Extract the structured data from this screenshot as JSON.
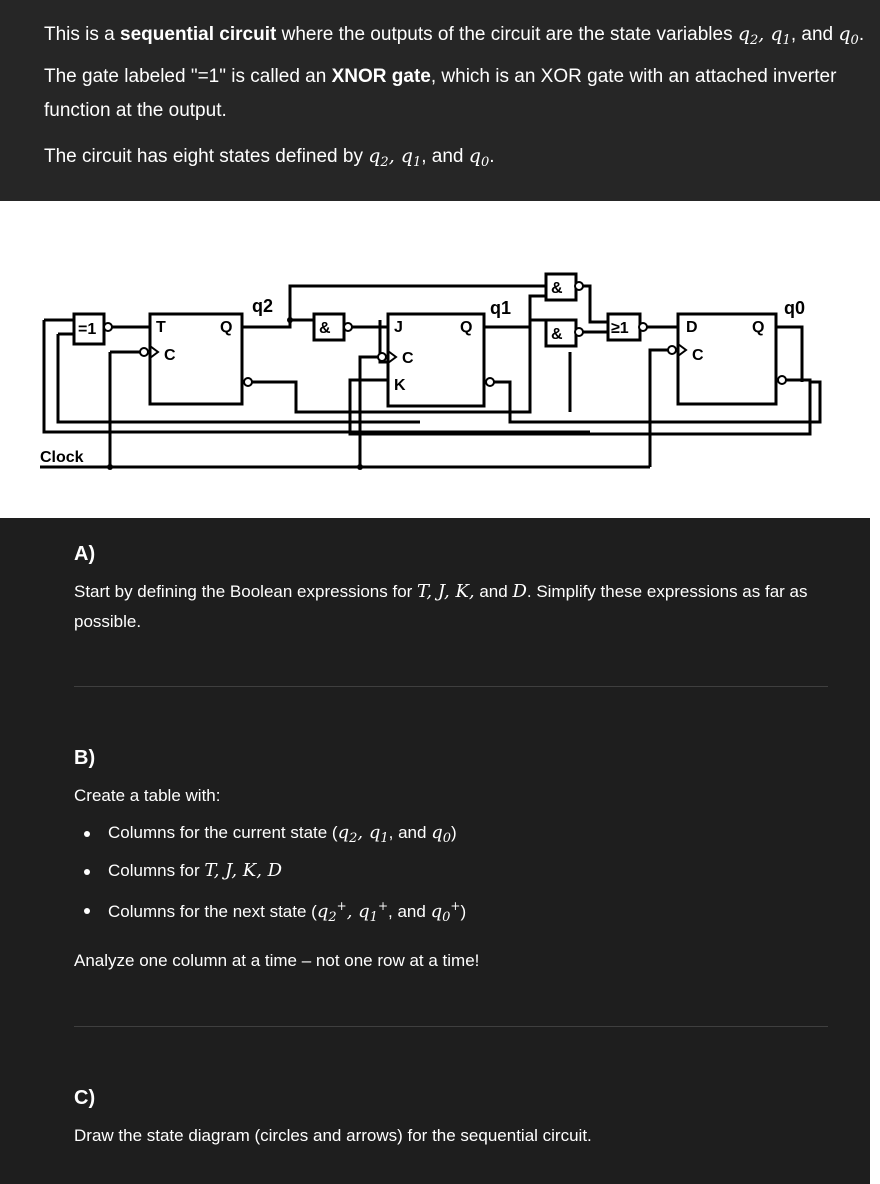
{
  "intro": {
    "p1_a": "This is a ",
    "p1_b": "sequential circuit",
    "p1_c": " where the outputs of the circuit are the state variables ",
    "p1_d": ", and ",
    "p2_a": "The gate labeled \"=1\" is called an ",
    "p2_b": "XNOR gate",
    "p2_c": ", which is an XOR gate with an attached inverter",
    "p2_d": "function at the output.",
    "p3_a": "The circuit has eight states defined by ",
    "p3_b": ", and "
  },
  "circuit": {
    "xnor": "=1",
    "t_flipflop": {
      "t": "T",
      "c": "C",
      "q": "Q"
    },
    "jk_flipflop": {
      "j": "J",
      "c": "C",
      "k": "K",
      "q": "Q"
    },
    "d_flipflop": {
      "d": "D",
      "c": "C",
      "q": "Q"
    },
    "and_gate": "&",
    "or_gate": "≥1",
    "q2_label": "q2",
    "q1_label": "q1",
    "q0_label": "q0",
    "clock": "Clock"
  },
  "sections": {
    "a": {
      "heading": "A)",
      "line1_a": "Start by defining the Boolean expressions for ",
      "line1_b": ". Simplify these expressions as far as",
      "line2": "possible."
    },
    "b": {
      "heading": "B)",
      "intro": "Create a table with:",
      "item1_a": "Columns for the current state (",
      "item1_b": ", and ",
      "item1_c": ")",
      "item2": "Columns for ",
      "item3_a": "Columns for the next state (",
      "item3_b": ", and ",
      "item3_c": ")",
      "note": "Analyze one column at a time – not one row at a time!"
    },
    "c": {
      "heading": "C)",
      "text": "Draw the state diagram (circles and arrows) for the sequential circuit."
    }
  }
}
